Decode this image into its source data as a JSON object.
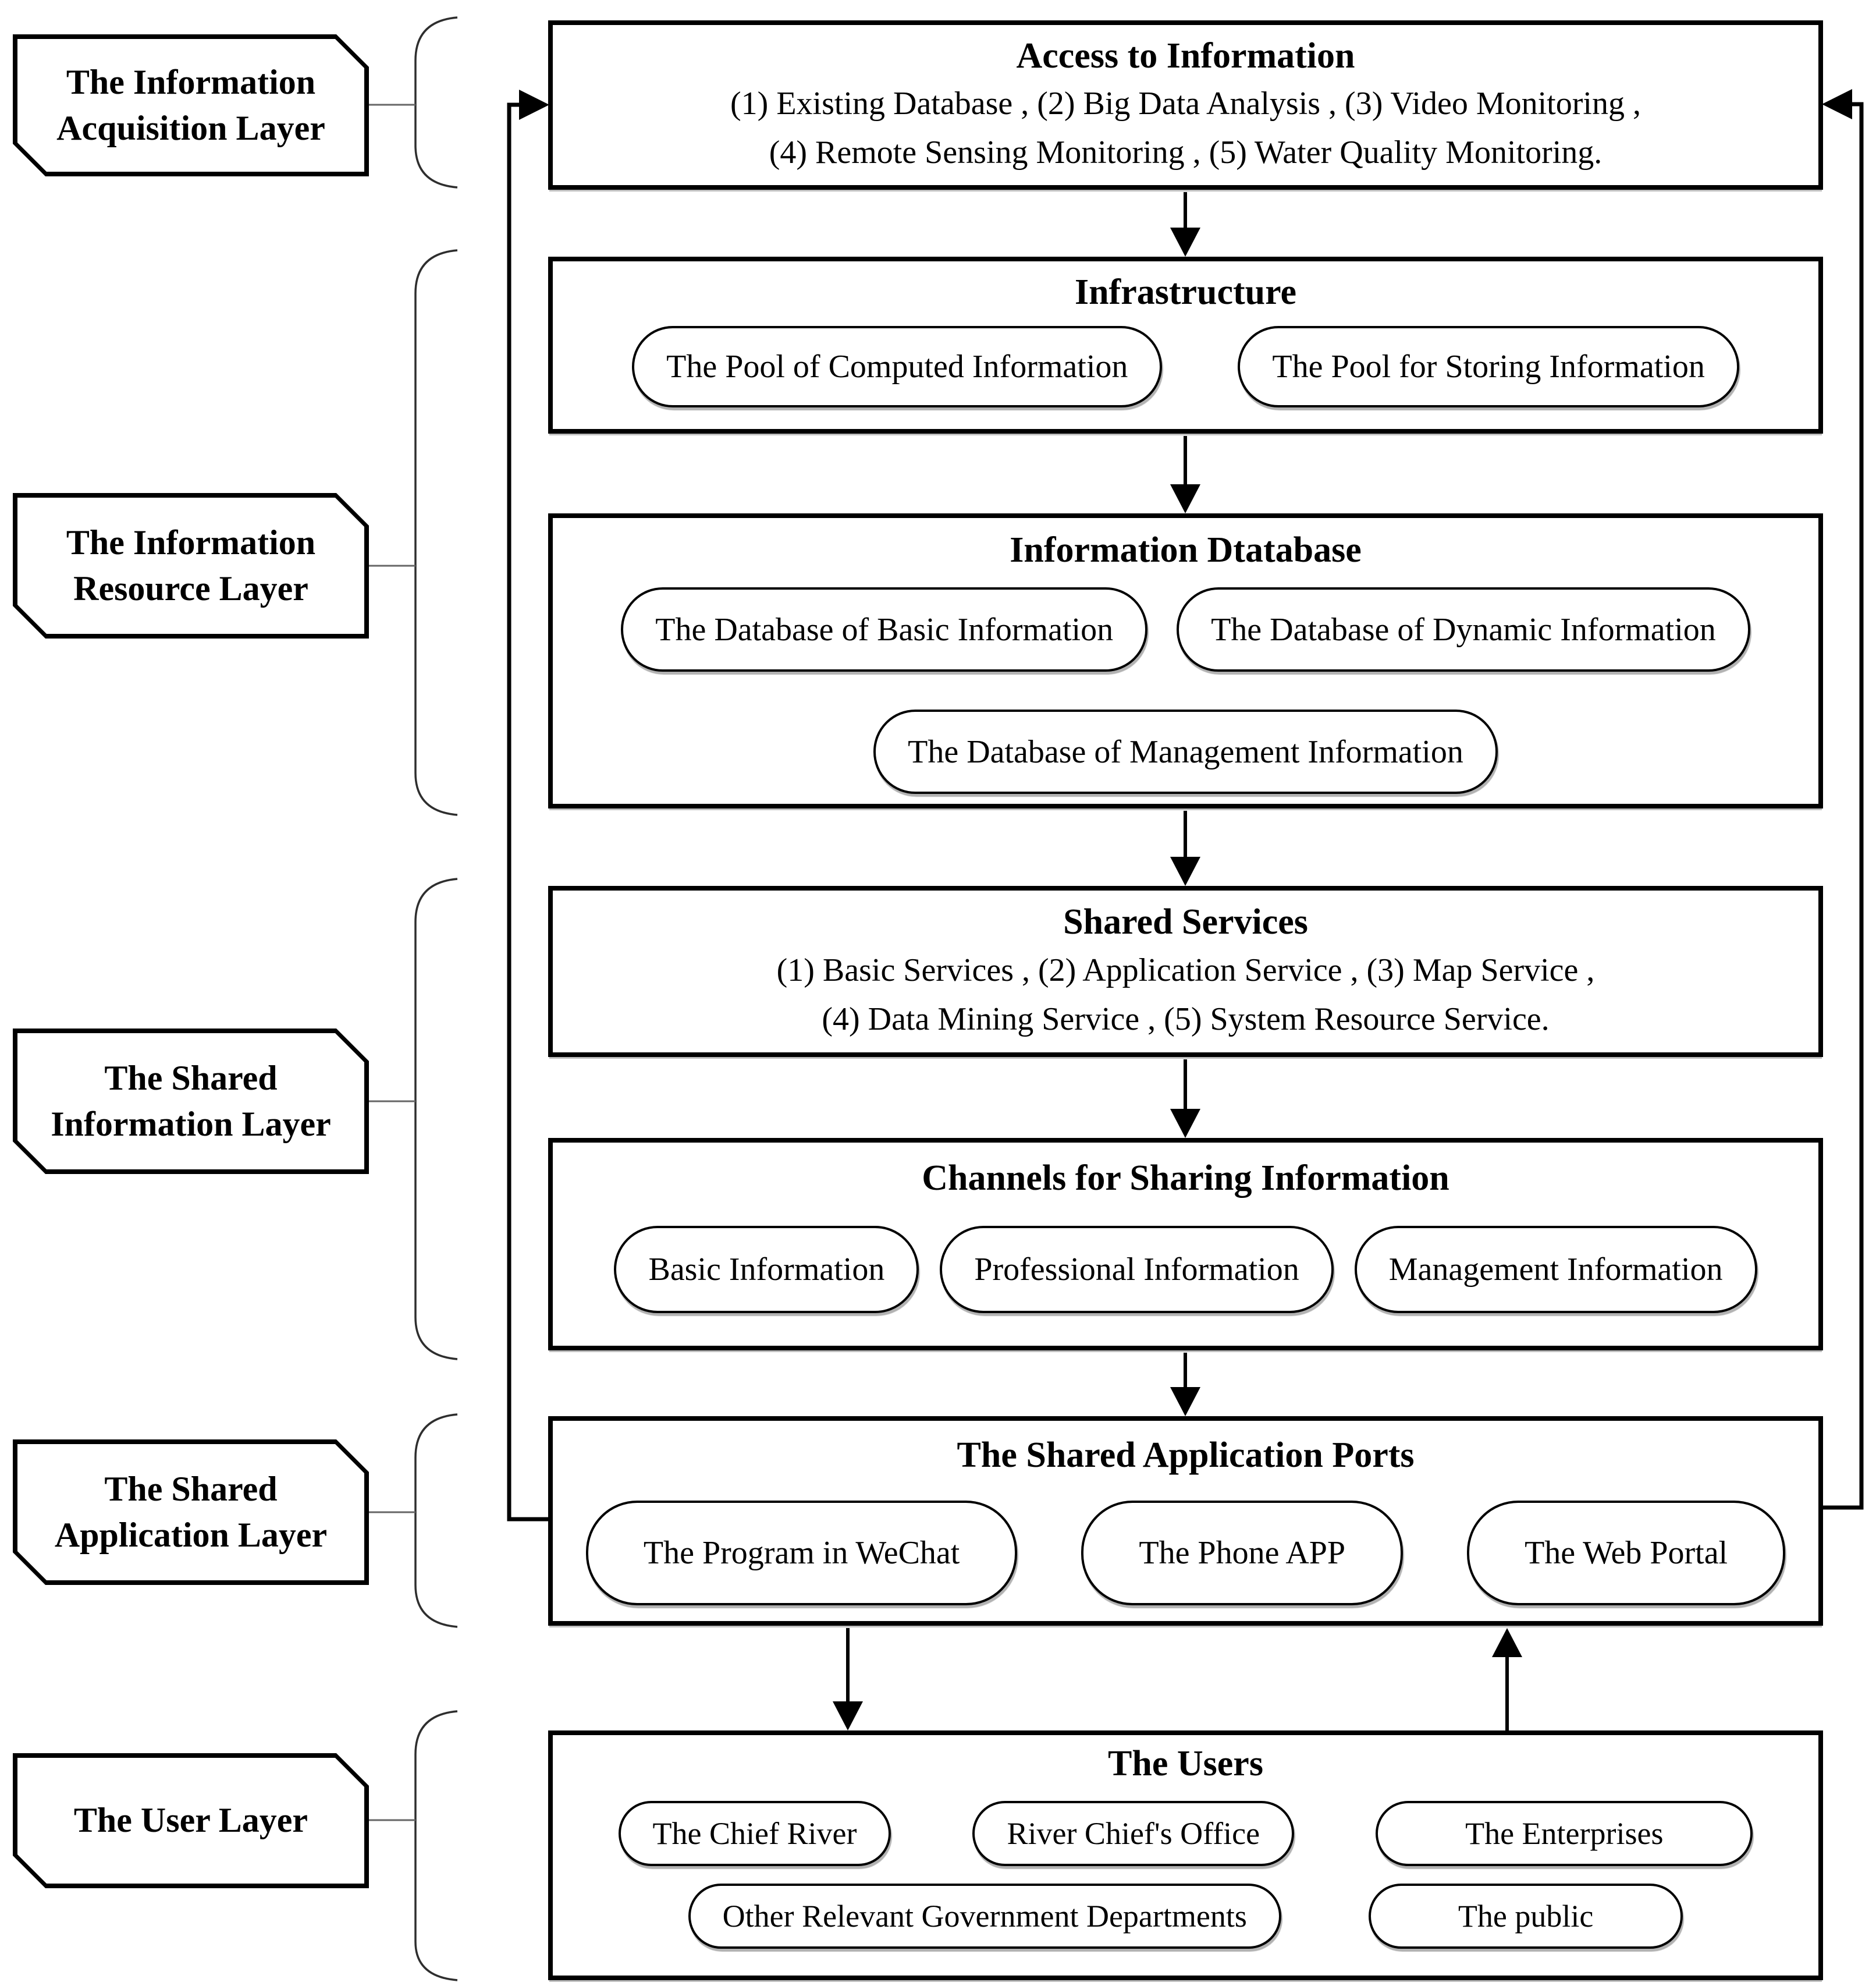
{
  "colors": {
    "ink": "#000000",
    "bracket_line": "#2e2e2e",
    "connector_line": "#666666",
    "background": "#ffffff"
  },
  "left_labels": [
    {
      "line1": "The Information",
      "line2": "Acquisition Layer"
    },
    {
      "line1": "The Information",
      "line2": "Resource Layer"
    },
    {
      "line1": "The Shared",
      "line2": "Information Layer"
    },
    {
      "line1": "The Shared",
      "line2": "Application Layer"
    },
    {
      "line1": "The User Layer"
    }
  ],
  "boxes": {
    "access": {
      "title": "Access to Information",
      "line1": "(1) Existing Database , (2) Big Data Analysis , (3) Video Monitoring ,",
      "line2": "(4) Remote Sensing Monitoring , (5) Water Quality Monitoring."
    },
    "infrastructure": {
      "title": "Infrastructure",
      "pills": [
        "The Pool of Computed Information",
        "The Pool for Storing Information"
      ]
    },
    "database": {
      "title": "Information Dtatabase",
      "pills_row1": [
        "The Database of Basic Information",
        "The Database of Dynamic Information"
      ],
      "pills_row2": [
        "The Database of Management Information"
      ]
    },
    "services": {
      "title": "Shared Services",
      "line1": "(1) Basic Services , (2) Application Service , (3) Map Service ,",
      "line2": "(4) Data Mining Service , (5) System Resource Service."
    },
    "channels": {
      "title": "Channels for Sharing Information",
      "pills": [
        "Basic Information",
        "Professional Information",
        "Management Information"
      ]
    },
    "ports": {
      "title": "The Shared Application Ports",
      "pills": [
        "The Program in WeChat",
        "The Phone APP",
        "The Web Portal"
      ]
    },
    "users": {
      "title": "The Users",
      "pills_row1": [
        "The Chief River",
        "River Chief's Office",
        "The Enterprises"
      ],
      "pills_row2": [
        "Other Relevant Government Departments",
        "The public"
      ]
    }
  }
}
